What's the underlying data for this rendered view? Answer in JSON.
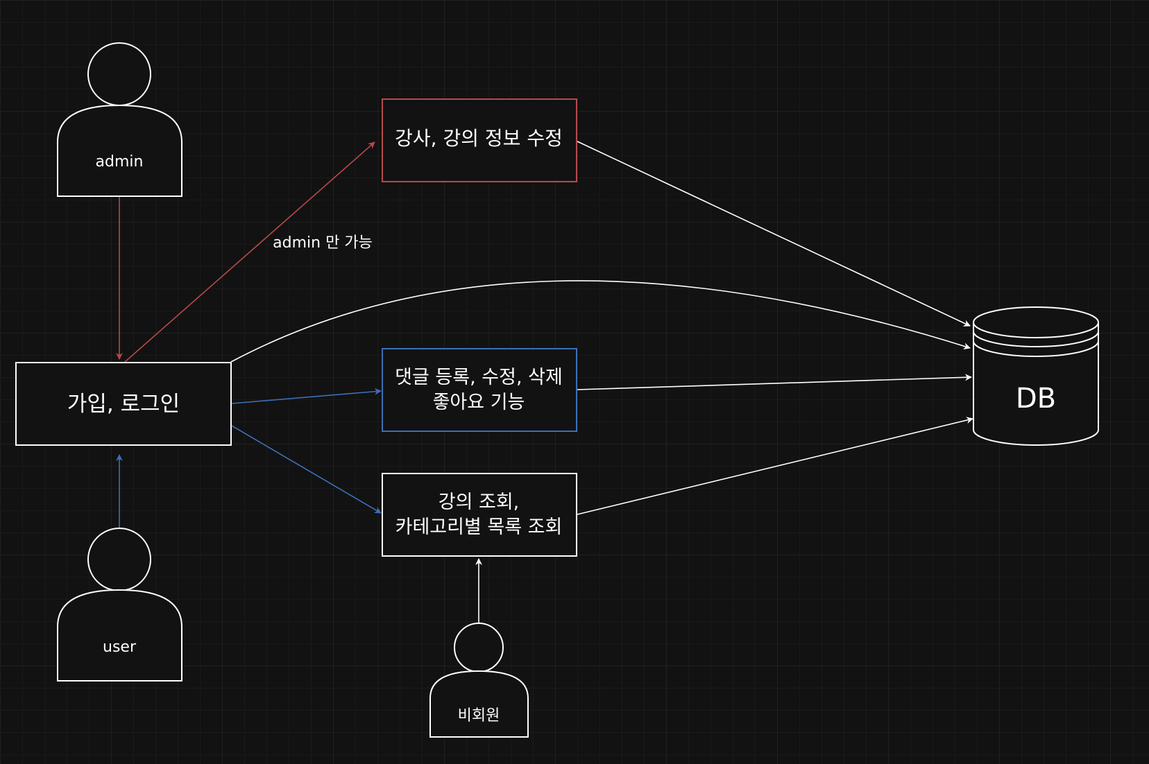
{
  "diagram": {
    "colors": {
      "background": "#121212",
      "grid": "#2a2a2a",
      "stroke": "#ffffff",
      "admin_flow": "#b84a4a",
      "member_flow": "#3d6fb8"
    },
    "actors": {
      "admin": "admin",
      "user": "user",
      "guest": "비회원"
    },
    "boxes": {
      "login": "가입, 로그인",
      "edit_info": "강사, 강의 정보 수정",
      "comments": [
        "댓글 등록, 수정, 삭제",
        "좋아요 기능"
      ],
      "browse": [
        "강의 조회,",
        "카테고리별 목록 조회"
      ]
    },
    "database": "DB",
    "edge_label": "admin 만 가능"
  }
}
